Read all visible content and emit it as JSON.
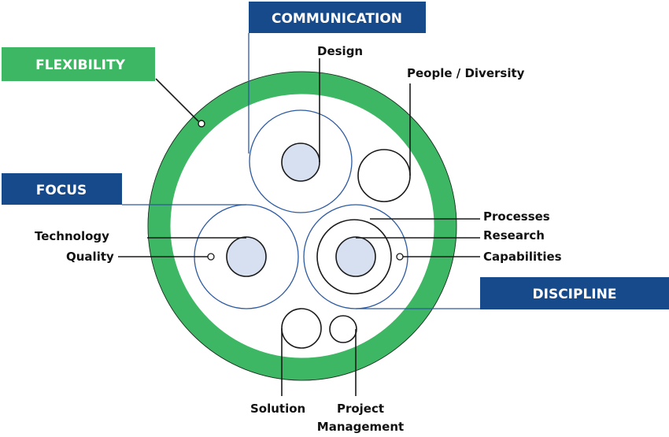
{
  "colors": {
    "green": "#3db764",
    "blue": "#164a8a",
    "core_fill": "#d6e0f0",
    "outline_blue": "#2c5aa0"
  },
  "boxes": {
    "communication": "COMMUNICATION",
    "flexibility": "FLEXIBILITY",
    "focus": "FOCUS",
    "discipline": "DISCIPLINE"
  },
  "labels": {
    "design": "Design",
    "people_diversity": "People / Diversity",
    "processes": "Processes",
    "research": "Research",
    "capabilities": "Capabilities",
    "technology": "Technology",
    "quality": "Quality",
    "solution": "Solution",
    "project_line1": "Project",
    "project_line2": "Management"
  }
}
